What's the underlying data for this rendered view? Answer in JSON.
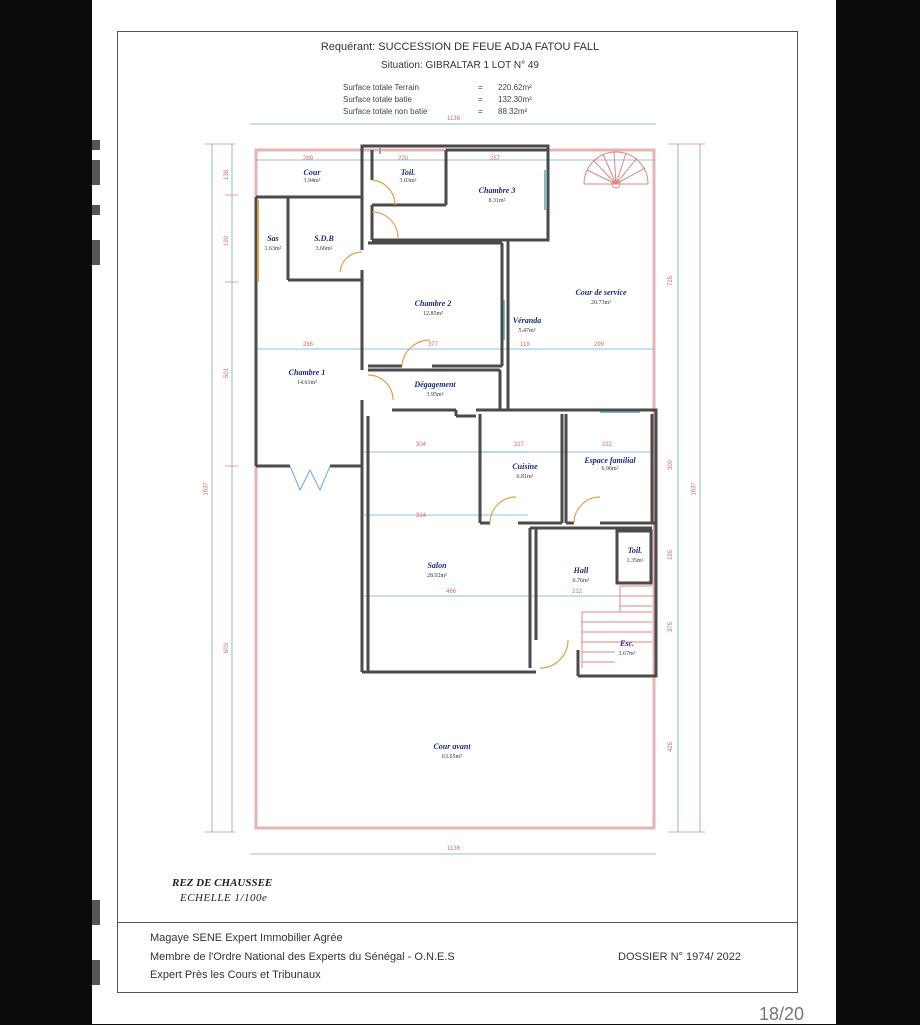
{
  "header": {
    "requerant": "Requérant: SUCCESSION DE FEUE ADJA FATOU FALL",
    "situation": "Situation: GIBRALTAR 1 LOT N° 49",
    "surfaces": [
      {
        "label": "Surface totale Terrain",
        "eq": "=",
        "value": "220.62m²"
      },
      {
        "label": "Surface totale batie",
        "eq": "=",
        "value": "132.30m²"
      },
      {
        "label": "Surface totale  non batie",
        "eq": "=",
        "value": "88.32m²"
      }
    ]
  },
  "rooms": [
    {
      "name": "Cour",
      "area": "3.94m²"
    },
    {
      "name": "Toil.",
      "area": "3.03m²"
    },
    {
      "name": "Chambre 3",
      "area": "8.31m²"
    },
    {
      "name": "Sas",
      "area": "1.63m²"
    },
    {
      "name": "S.D.B",
      "area": "3.66m²"
    },
    {
      "name": "Chambre 2",
      "area": "12.85m²"
    },
    {
      "name": "Cour de service",
      "area": "20.73m²"
    },
    {
      "name": "Véranda",
      "area": "5.47m²"
    },
    {
      "name": "Chambre 1",
      "area": "14.61m²"
    },
    {
      "name": "Dégagement",
      "area": "3.95m²"
    },
    {
      "name": "Cuisine",
      "area": "6.81m²"
    },
    {
      "name": "Espace familial",
      "area": "6.96m²"
    },
    {
      "name": "Toil.",
      "area": "1.35m²"
    },
    {
      "name": "Salon",
      "area": "28.02m²"
    },
    {
      "name": "Hall",
      "area": "6.76m²"
    },
    {
      "name": "Esc.",
      "area": "3.67m²"
    },
    {
      "name": "Cour avant",
      "area": "63.65m²"
    }
  ],
  "dimensions": {
    "top_total": "1136",
    "bottom_total": "1136",
    "left_total": "1637",
    "right_total": "1637",
    "top_row": [
      "289",
      "220",
      "257"
    ],
    "mid_row": [
      "286",
      "377",
      "118",
      "299"
    ],
    "row3": [
      "304",
      "227",
      "232"
    ],
    "row4": [
      "314"
    ],
    "row5": [
      "466",
      "212"
    ],
    "left_col": [
      "138",
      "190",
      "501",
      "603"
    ],
    "right_col": [
      "725",
      "300",
      "195",
      "375",
      "425"
    ]
  },
  "plan_title": "REZ DE CHAUSSEE",
  "plan_scale": "ECHELLE 1/100e",
  "footer": {
    "line1": "Magaye SENE Expert Immobilier Agrée",
    "line2": "Membre de l'Ordre National des Experts du Sénégal - O.N.E.S",
    "line3": "Expert Près les Cours et Tribunaux",
    "dossier": "DOSSIER N°  1974/ 2022"
  },
  "page_number": "18/20",
  "colors": {
    "wall": "#4a4a4a",
    "dimension": "#2f7fc1",
    "red_dim": "#d88a8a",
    "room_text": "#1c2a78",
    "stair": "#e08585"
  }
}
